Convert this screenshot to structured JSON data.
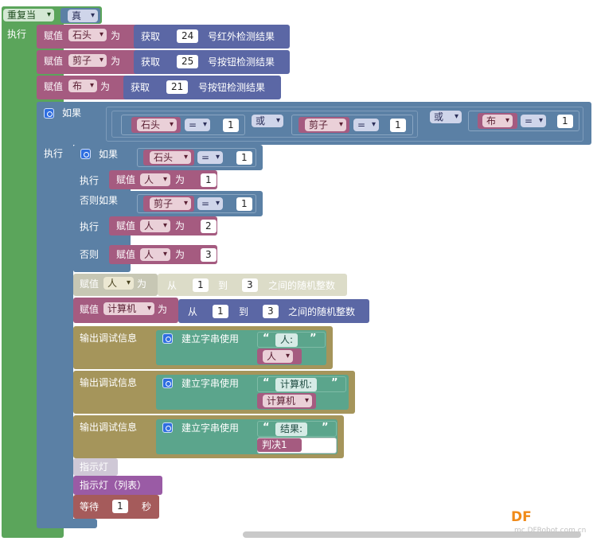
{
  "colors": {
    "loop": "#5ba55b",
    "logic": "#5b80a5",
    "var": "#a55b80",
    "sensor": "#5b67a5",
    "text": "#5ba58c",
    "debug": "#a5955b",
    "light": "#9a5ba5",
    "wait": "#a55b5b"
  },
  "loop": {
    "title": "重复当",
    "cond": "真",
    "do": "执行"
  },
  "assign1": {
    "label": "赋值",
    "var": "石头",
    "as": "为",
    "get": "获取",
    "pin": "24",
    "desc": "号红外检测结果"
  },
  "assign2": {
    "label": "赋值",
    "var": "剪子",
    "as": "为",
    "get": "获取",
    "pin": "25",
    "desc": "号按钮检测结果"
  },
  "assign3": {
    "label": "赋值",
    "var": "布",
    "as": "为",
    "get": "获取",
    "pin": "21",
    "desc": "号按钮检测结果"
  },
  "outer_if": {
    "label": "如果",
    "or1": "或",
    "or2": "或",
    "c1": {
      "var": "石头",
      "op": "=",
      "val": "1"
    },
    "c2": {
      "var": "剪子",
      "op": "=",
      "val": "1"
    },
    "c3": {
      "var": "布",
      "op": "=",
      "val": "1"
    },
    "do": "执行"
  },
  "inner_if": {
    "if_label": "如果",
    "if_var": "石头",
    "if_op": "=",
    "if_val": "1",
    "do1": "执行",
    "set1_label": "赋值",
    "set1_var": "人",
    "set1_as": "为",
    "set1_val": "1",
    "elif_label": "否则如果",
    "elif_var": "剪子",
    "elif_op": "=",
    "elif_val": "1",
    "do2": "执行",
    "set2_label": "赋值",
    "set2_var": "人",
    "set2_as": "为",
    "set2_val": "2",
    "else_label": "否则",
    "set3_label": "赋值",
    "set3_var": "人",
    "set3_as": "为",
    "set3_val": "3"
  },
  "disabled_assign": {
    "label": "赋值",
    "var": "人",
    "as": "为",
    "from": "从",
    "a": "1",
    "to": "到",
    "b": "3",
    "desc": "之间的随机整数"
  },
  "computer_assign": {
    "label": "赋值",
    "var": "计算机",
    "as": "为",
    "from": "从",
    "a": "1",
    "to": "到",
    "b": "3",
    "desc": "之间的随机整数"
  },
  "debug1": {
    "label": "输出调试信息",
    "create": "建立字串使用",
    "str": "人:",
    "var": "人"
  },
  "debug2": {
    "label": "输出调试信息",
    "create": "建立字串使用",
    "str": "计算机:",
    "var": "计算机"
  },
  "debug3": {
    "label": "输出调试信息",
    "create": "建立字串使用",
    "str": "结果:",
    "var": "判决1"
  },
  "light": {
    "label": "指示灯"
  },
  "light_list": {
    "label": "指示灯（列表）"
  },
  "wait": {
    "label": "等待",
    "val": "1",
    "unit": "秒"
  },
  "watermark": {
    "logo": "DF",
    "url": "mc.DFRobot.com.cn"
  }
}
